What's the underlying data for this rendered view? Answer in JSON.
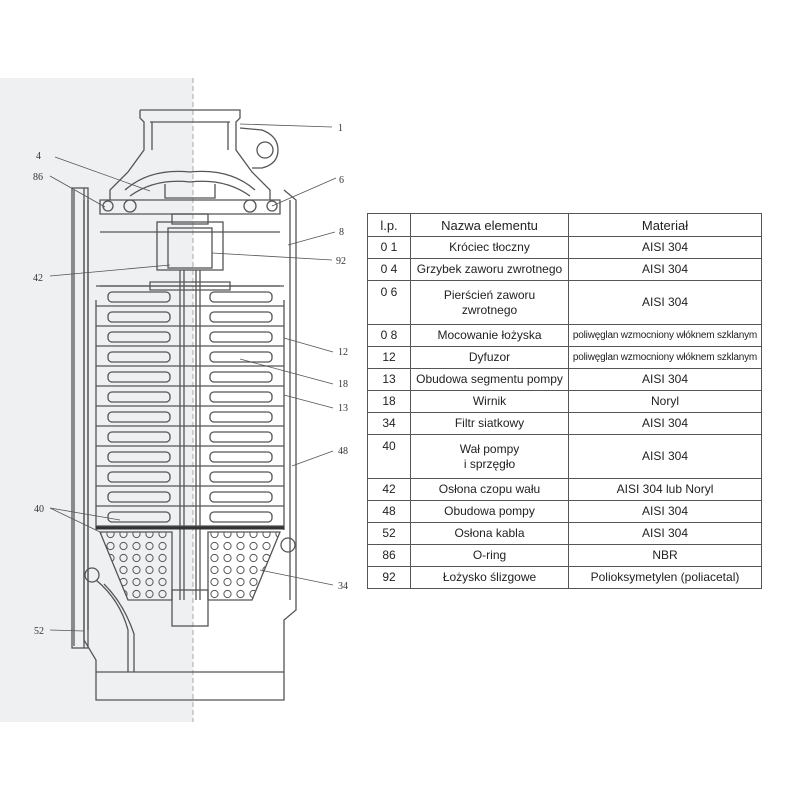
{
  "colors": {
    "line": "#555555",
    "left_panel": "#eef0f2",
    "dash_divider": "#aaaaaa",
    "dark_band": "#333333"
  },
  "callouts": {
    "c1": "1",
    "c4": "4",
    "c86": "86",
    "c6": "6",
    "c8": "8",
    "c42": "42",
    "c92": "92",
    "c12": "12",
    "c18": "18",
    "c13": "13",
    "c48": "48",
    "c40": "40",
    "c34": "34",
    "c52": "52"
  },
  "table": {
    "headers": {
      "no": "l.p.",
      "name": "Nazwa elementu",
      "material": "Materiał"
    },
    "rows": [
      {
        "no": "0 1",
        "name": "Króciec tłoczny",
        "material": "AISI 304"
      },
      {
        "no": "0 4",
        "name": "Grzybek zaworu zwrotnego",
        "material": "AISI 304"
      },
      {
        "no": "0 6",
        "name": "Pierścień zaworu zwrotnego",
        "material": "AISI 304"
      },
      {
        "no": "0 8",
        "name": "Mocowanie łożyska",
        "material": "poliwęglan wzmocniony włóknem szklanym"
      },
      {
        "no": "12",
        "name": "Dyfuzor",
        "material": "poliwęglan wzmocniony włóknem szklanym"
      },
      {
        "no": "13",
        "name": "Obudowa segmentu pompy",
        "material": "AISI 304"
      },
      {
        "no": "18",
        "name": "Wirnik",
        "material": "Noryl"
      },
      {
        "no": "34",
        "name": "Filtr siatkowy",
        "material": "AISI 304"
      },
      {
        "no": "40",
        "name": "Wał pompy i sprzęgło",
        "material": "AISI 304"
      },
      {
        "no": "42",
        "name": "Osłona czopu wału",
        "material": "AISI 304 lub Noryl"
      },
      {
        "no": "48",
        "name": "Obudowa pompy",
        "material": "AISI 304"
      },
      {
        "no": "52",
        "name": "Osłona kabla",
        "material": "AISI 304"
      },
      {
        "no": "86",
        "name": "O-ring",
        "material": "NBR"
      },
      {
        "no": "92",
        "name": "Łożysko ślizgowe",
        "material": "Polioksymetylen (poliacetal)"
      }
    ]
  }
}
